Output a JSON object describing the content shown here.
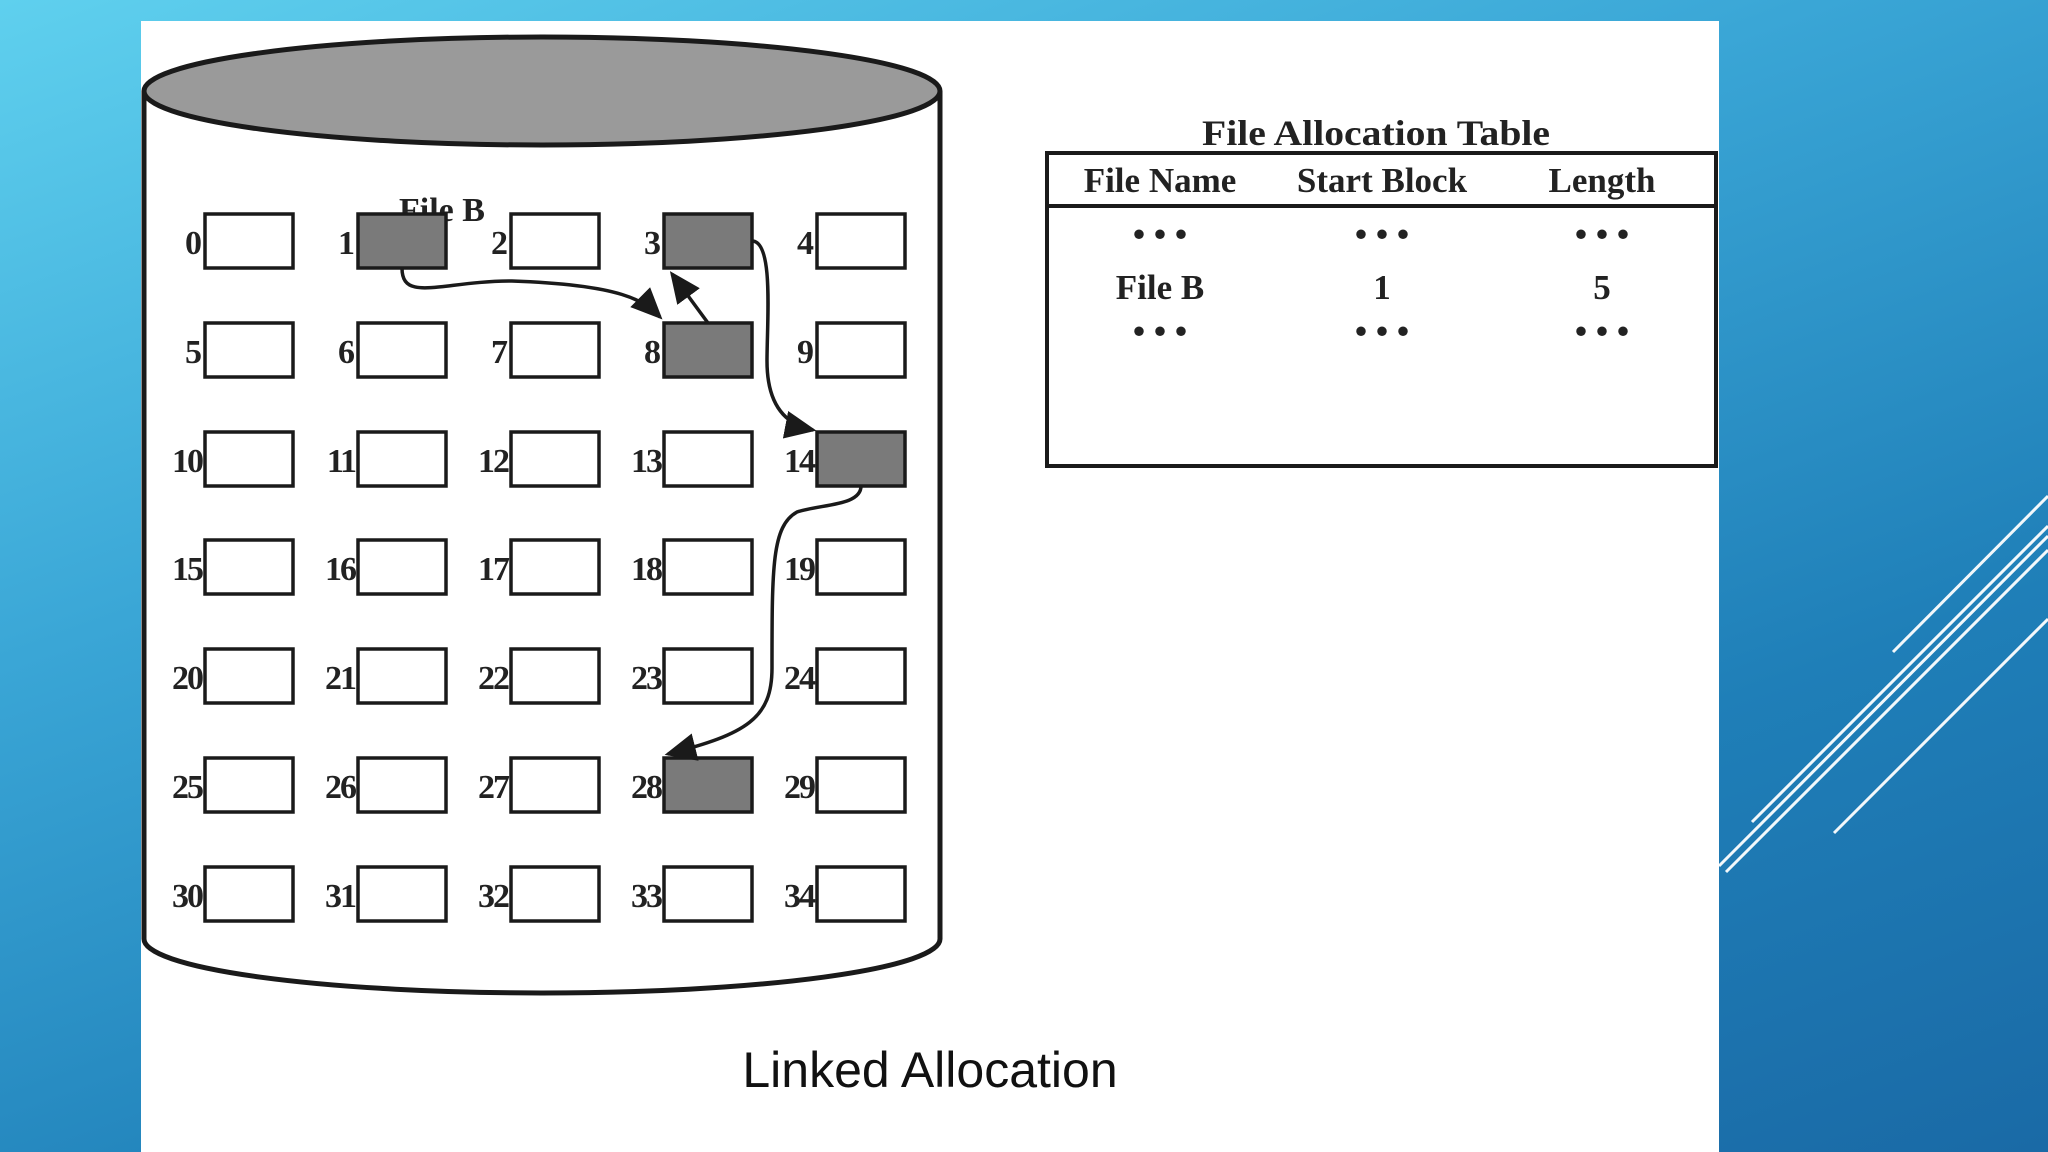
{
  "diagram": {
    "file_label": "File B",
    "blocks": [
      {
        "id": "0",
        "filled": false
      },
      {
        "id": "1",
        "filled": true
      },
      {
        "id": "2",
        "filled": false
      },
      {
        "id": "3",
        "filled": true
      },
      {
        "id": "4",
        "filled": false
      },
      {
        "id": "5",
        "filled": false
      },
      {
        "id": "6",
        "filled": false
      },
      {
        "id": "7",
        "filled": false
      },
      {
        "id": "8",
        "filled": true
      },
      {
        "id": "9",
        "filled": false
      },
      {
        "id": "10",
        "filled": false
      },
      {
        "id": "11",
        "filled": false
      },
      {
        "id": "12",
        "filled": false
      },
      {
        "id": "13",
        "filled": false
      },
      {
        "id": "14",
        "filled": true
      },
      {
        "id": "15",
        "filled": false
      },
      {
        "id": "16",
        "filled": false
      },
      {
        "id": "17",
        "filled": false
      },
      {
        "id": "18",
        "filled": false
      },
      {
        "id": "19",
        "filled": false
      },
      {
        "id": "20",
        "filled": false
      },
      {
        "id": "21",
        "filled": false
      },
      {
        "id": "22",
        "filled": false
      },
      {
        "id": "23",
        "filled": false
      },
      {
        "id": "24",
        "filled": false
      },
      {
        "id": "25",
        "filled": false
      },
      {
        "id": "26",
        "filled": false
      },
      {
        "id": "27",
        "filled": false
      },
      {
        "id": "28",
        "filled": true
      },
      {
        "id": "29",
        "filled": false
      },
      {
        "id": "30",
        "filled": false
      },
      {
        "id": "31",
        "filled": false
      },
      {
        "id": "32",
        "filled": false
      },
      {
        "id": "33",
        "filled": false
      },
      {
        "id": "34",
        "filled": false
      }
    ],
    "chain": [
      "1",
      "8",
      "3",
      "14",
      "28"
    ],
    "colors": {
      "filled": "#7a7a7a",
      "disk_top": "#9a9a9a",
      "line": "#1a1a1a"
    }
  },
  "fat": {
    "title": "File Allocation Table",
    "headers": [
      "File Name",
      "Start Block",
      "Length"
    ],
    "rows": [
      [
        "• • •",
        "• • •",
        "• • •"
      ],
      [
        "File B",
        "1",
        "5"
      ],
      [
        "• • •",
        "• • •",
        "• • •"
      ]
    ]
  },
  "caption": "Linked Allocation"
}
